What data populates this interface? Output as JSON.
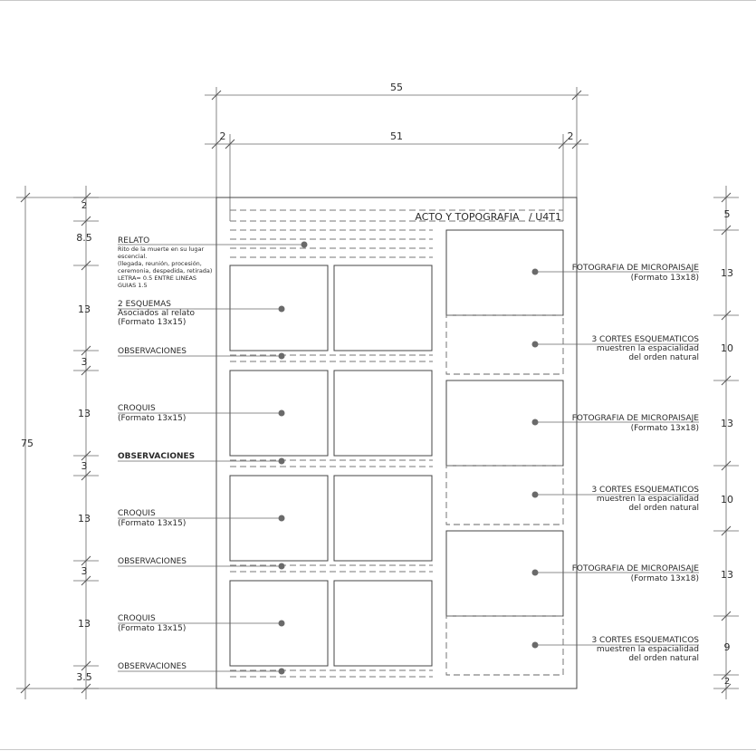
{
  "title": "ACTO Y TOPOGRAFIA   / U4T1",
  "dims": {
    "top_total": "55",
    "top_inner": "51",
    "top_left_margin": "2",
    "top_right_margin": "2",
    "left_total": "75",
    "left": [
      "2",
      "8.5",
      "13",
      "3",
      "13",
      "3",
      "13",
      "3",
      "13",
      "3.5"
    ],
    "right": [
      "5",
      "13",
      "10",
      "13",
      "10",
      "13",
      "9",
      "2"
    ]
  },
  "labels": {
    "relato_title": "RELATO",
    "relato_lines": [
      "Rito de la muerte en su lugar",
      "escencial.",
      "(llegada, reunión, procesión,",
      "ceremonia, despedida, retirada)",
      "LETRA= 0.5  ENTRE LINEAS",
      "GUIAS 1.5"
    ],
    "esquemas_1": "2 ESQUEMAS",
    "esquemas_2": "Asociados al relato",
    "esquemas_3": "(Formato 13x15)",
    "obs": [
      "OBSERVACIONES",
      "OBSERVACIONES",
      "OBSERVACIONES",
      "OBSERVACIONES"
    ],
    "croquis": "CROQUIS",
    "croquis_fmt": "(Formato 13x15)",
    "foto": "FOTOGRAFIA DE MICROPAISAJE",
    "foto_fmt": "(Formato 13x18)",
    "cortes_1": "3 CORTES ESQUEMATICOS",
    "cortes_2": "muestren la espacialidad",
    "cortes_3": "del orden natural"
  }
}
